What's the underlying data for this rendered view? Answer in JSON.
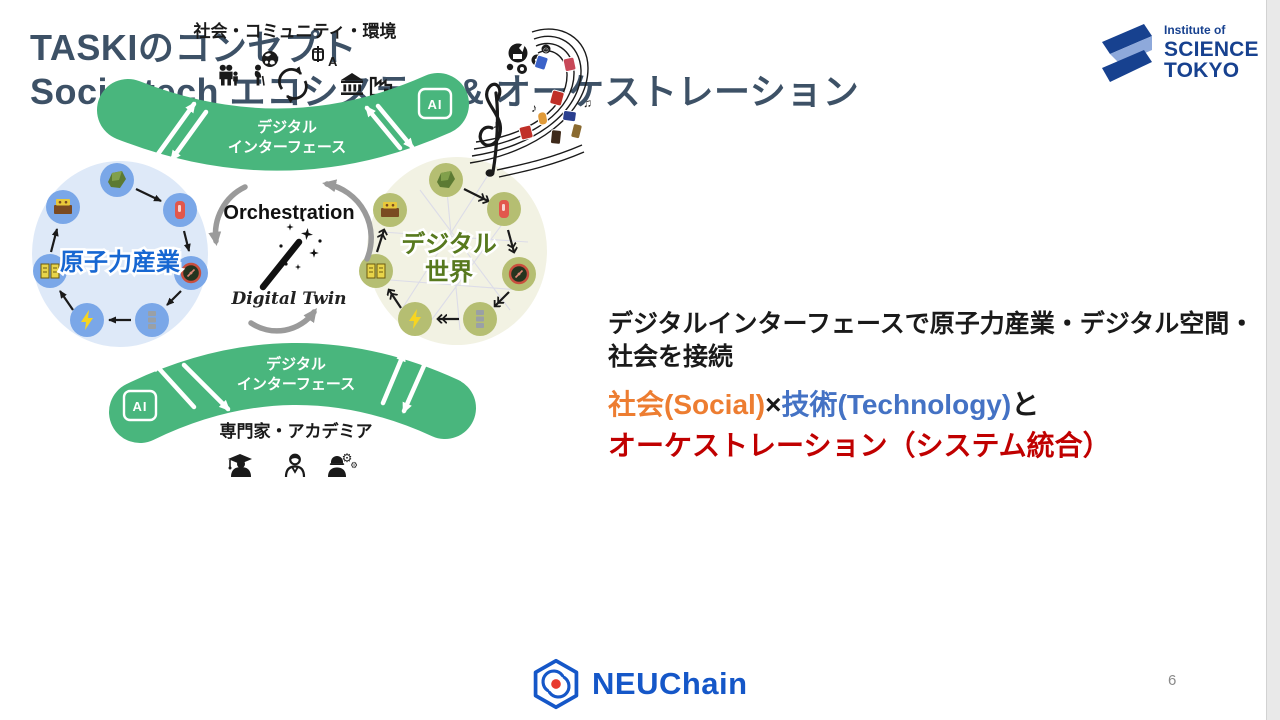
{
  "slide": {
    "title_line1": "TASKIのコンセプト",
    "title_line2": "Socio-tech エコシステム & オーケストレーション",
    "title_color": "#3D5166",
    "page_number": "6",
    "background": "#ffffff"
  },
  "institute_logo": {
    "line1": "Institute of",
    "line2": "SCIENCE",
    "line3": "TOKYO",
    "color": "#17418F",
    "mark_icon": "science-tokyo-s-mark-icon",
    "mark_colors": [
      "#17418F",
      "#8EA9DB"
    ]
  },
  "diagram": {
    "top_label": "社会・コミュニティ・環境",
    "top_society_icons": [
      "family-icon",
      "elderly-person-icon",
      "globe-icon",
      "recycle-icon",
      "translate-icon",
      "bank-icon",
      "factory-icon"
    ],
    "top_band": {
      "label_line1": "デジタル",
      "label_line2": "インターフェース",
      "ai_label": "AI",
      "color": "#49B67D"
    },
    "left_circle": {
      "label": "原子力産業",
      "label_color": "#1767D2",
      "fill": "#DEE9F8",
      "node_fill": "#7AA7E8",
      "node_icons": [
        "ore-icon",
        "fuel-rod-icon",
        "gauge-icon",
        "pellet-stack-icon",
        "lightning-icon",
        "fuel-pages-icon",
        "cask-icon"
      ]
    },
    "right_circle": {
      "label_line1": "デジタル",
      "label_line2": "世界",
      "label_color": "#57791E",
      "fill": "#F2F2E3",
      "node_fill": "#B5BE72",
      "node_icons": [
        "ore-icon",
        "fuel-rod-icon",
        "gauge-icon",
        "pellet-stack-icon",
        "lightning-icon",
        "fuel-pages-icon",
        "cask-icon"
      ]
    },
    "center": {
      "orchestration_label": "Orchestration",
      "digital_twin_label": "Digital Twin",
      "wand_icon": "magic-wand-icon",
      "flow_arrows_color": "#9a9a9a"
    },
    "bottom_band": {
      "label_line1": "デジタル",
      "label_line2": "インターフェース",
      "ai_label": "AI",
      "color": "#49B67D"
    },
    "bottom_label": "専門家・アカデミア",
    "bottom_expert_icons": [
      "graduate-icon",
      "doctor-icon",
      "engineer-icon"
    ],
    "music_decoration_icon": "music-staff-icon"
  },
  "text_block": {
    "intro": "デジタルインターフェースで原子力産業・デジタル空間・社会を接続",
    "social": "社会(Social)",
    "times": "×",
    "tech": "技術(Technology)",
    "suffix": "と",
    "orchestration": "オーケストレーション（システム統合）",
    "colors": {
      "social": "#ED7D31",
      "tech": "#4472C4",
      "orchestration": "#C00000"
    }
  },
  "footer": {
    "brand": "NEUChain",
    "brand_color": "#1557C8",
    "emblem_icon": "neuchain-hexagon-icon"
  }
}
